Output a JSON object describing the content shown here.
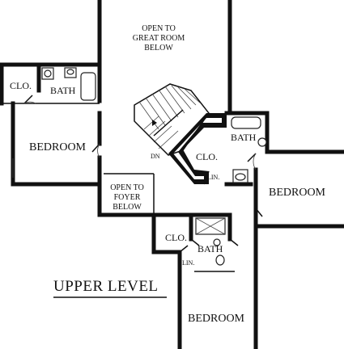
{
  "plan": {
    "title": "UPPER LEVEL",
    "open_great_room": [
      "OPEN TO",
      "GREAT ROOM",
      "BELOW"
    ],
    "open_foyer": [
      "OPEN TO",
      "FOYER",
      "BELOW"
    ],
    "stair_label": "DN",
    "rooms": {
      "bedroom_left": "BEDROOM",
      "bedroom_right": "BEDROOM",
      "bedroom_bottom": "BEDROOM",
      "closet_top_left": "CLO.",
      "bath_top_left": "BATH",
      "closet_center": "CLO.",
      "bath_right": "BATH",
      "linen_right": "LIN.",
      "closet_bottom": "CLO.",
      "bath_bottom": "BATH",
      "linen_bottom": "LIN."
    }
  }
}
